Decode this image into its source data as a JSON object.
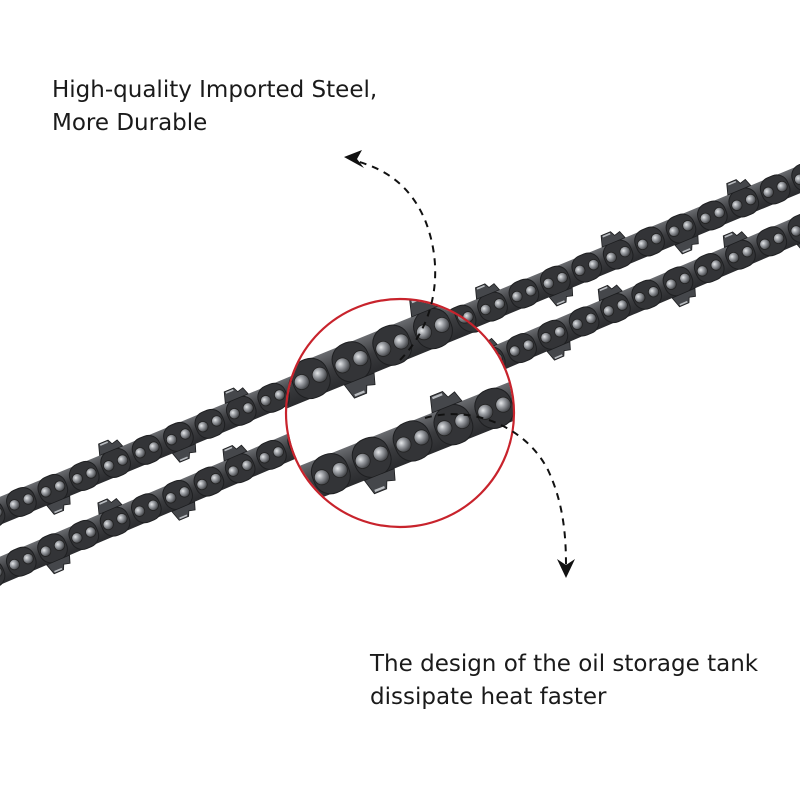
{
  "captions": {
    "steel": {
      "line1": "High-quality Imported Steel,",
      "line2": "More Durable"
    },
    "tank": {
      "line1": "The design of the oil storage tank",
      "line2": "dissipate heat faster"
    }
  },
  "colors": {
    "chain": "#3c3d40",
    "chain_highlight": "#b9bcc0",
    "rivet": "#7c7f84",
    "circle": "#c8232c",
    "arrow": "#111111"
  },
  "image": {
    "subject": "two saw chains",
    "callout": "red magnifier circle"
  }
}
